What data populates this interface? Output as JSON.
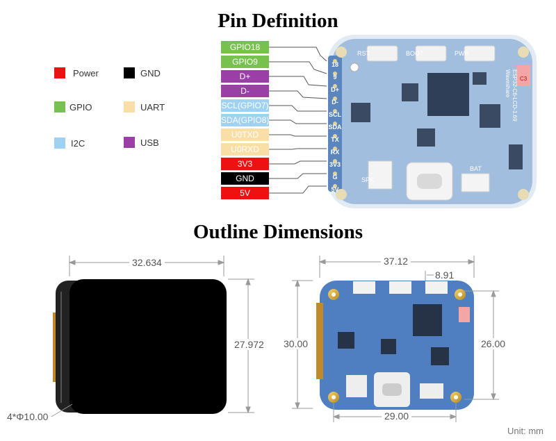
{
  "titles": {
    "pin_definition": "Pin Definition",
    "outline_dimensions": "Outline Dimensions"
  },
  "legend": [
    {
      "label": "Power",
      "color": "#ee1111"
    },
    {
      "label": "GND",
      "color": "#000000"
    },
    {
      "label": "GPIO",
      "color": "#77c14e"
    },
    {
      "label": "UART",
      "color": "#f9dfa5"
    },
    {
      "label": "I2C",
      "color": "#9fd1f2"
    },
    {
      "label": "USB",
      "color": "#9a3fa6"
    }
  ],
  "pins": [
    {
      "label": "GPIO18",
      "color": "#77c14e",
      "board": "18"
    },
    {
      "label": "GPIO9",
      "color": "#77c14e",
      "board": "9"
    },
    {
      "label": "D+",
      "color": "#9a3fa6",
      "board": "D+"
    },
    {
      "label": "D-",
      "color": "#9a3fa6",
      "board": "D-"
    },
    {
      "label": "SCL(GPIO7)",
      "color": "#9fd1f2",
      "board": "SCL"
    },
    {
      "label": "SDA(GPIO8)",
      "color": "#9fd1f2",
      "board": "SDA"
    },
    {
      "label": "U0TXD",
      "color": "#f9dfa5",
      "board": "TX"
    },
    {
      "label": "U0RXD",
      "color": "#f9dfa5",
      "board": "RX"
    },
    {
      "label": "3V3",
      "color": "#ee1111",
      "board": "3V3"
    },
    {
      "label": "GND",
      "color": "#000000",
      "board": "G"
    },
    {
      "label": "5V",
      "color": "#ee1111",
      "board": "5V"
    }
  ],
  "board": {
    "buttons": [
      "RST",
      "BOOT",
      "PWR"
    ],
    "name": "ESP32-C6-LCD-1.69",
    "brand": "Waveshare",
    "chip_badge": "C3",
    "spk_label": "SPK",
    "bat_label": "BAT"
  },
  "dimensions": {
    "lcd_width": "32.634",
    "lcd_height": "27.972",
    "hole": "4*Φ10.00",
    "board_width": "37.12",
    "offset": "8.91",
    "board_height_left": "30.00",
    "board_height_right": "26.00",
    "hole_spacing": "29.00",
    "unit": "Unit: mm"
  }
}
